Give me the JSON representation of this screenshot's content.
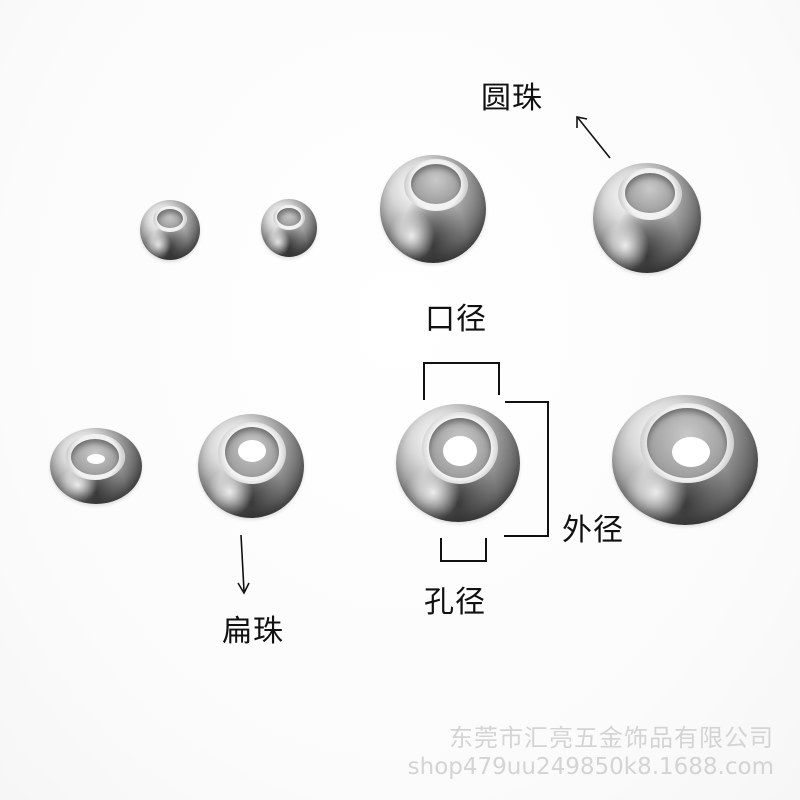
{
  "image": {
    "description": "Product photo of polished stainless steel beads on white background with Chinese annotation labels",
    "background_color": "#fdfdfd"
  },
  "labels": {
    "round_bead": "圆珠",
    "flat_bead": "扁珠",
    "opening_diameter": "口径",
    "outer_diameter": "外径",
    "hole_diameter": "孔径"
  },
  "watermark": {
    "company": "东莞市汇亮五金饰品有限公司",
    "url": "shop479uu249850k8.1688.com"
  },
  "beads": {
    "round": [
      {
        "id": "round-1",
        "size": "small"
      },
      {
        "id": "round-2",
        "size": "small"
      },
      {
        "id": "round-3",
        "size": "large"
      },
      {
        "id": "round-4",
        "size": "large"
      }
    ],
    "flat": [
      {
        "id": "flat-1",
        "size": "small"
      },
      {
        "id": "flat-2",
        "size": "medium"
      },
      {
        "id": "flat-3",
        "size": "medium"
      },
      {
        "id": "flat-4",
        "size": "large"
      }
    ]
  },
  "colors": {
    "label_text": "#111111",
    "watermark_text": "#d4d4d4",
    "metal_light": "#f2f2f2",
    "metal_dark": "#4d4d4d"
  }
}
